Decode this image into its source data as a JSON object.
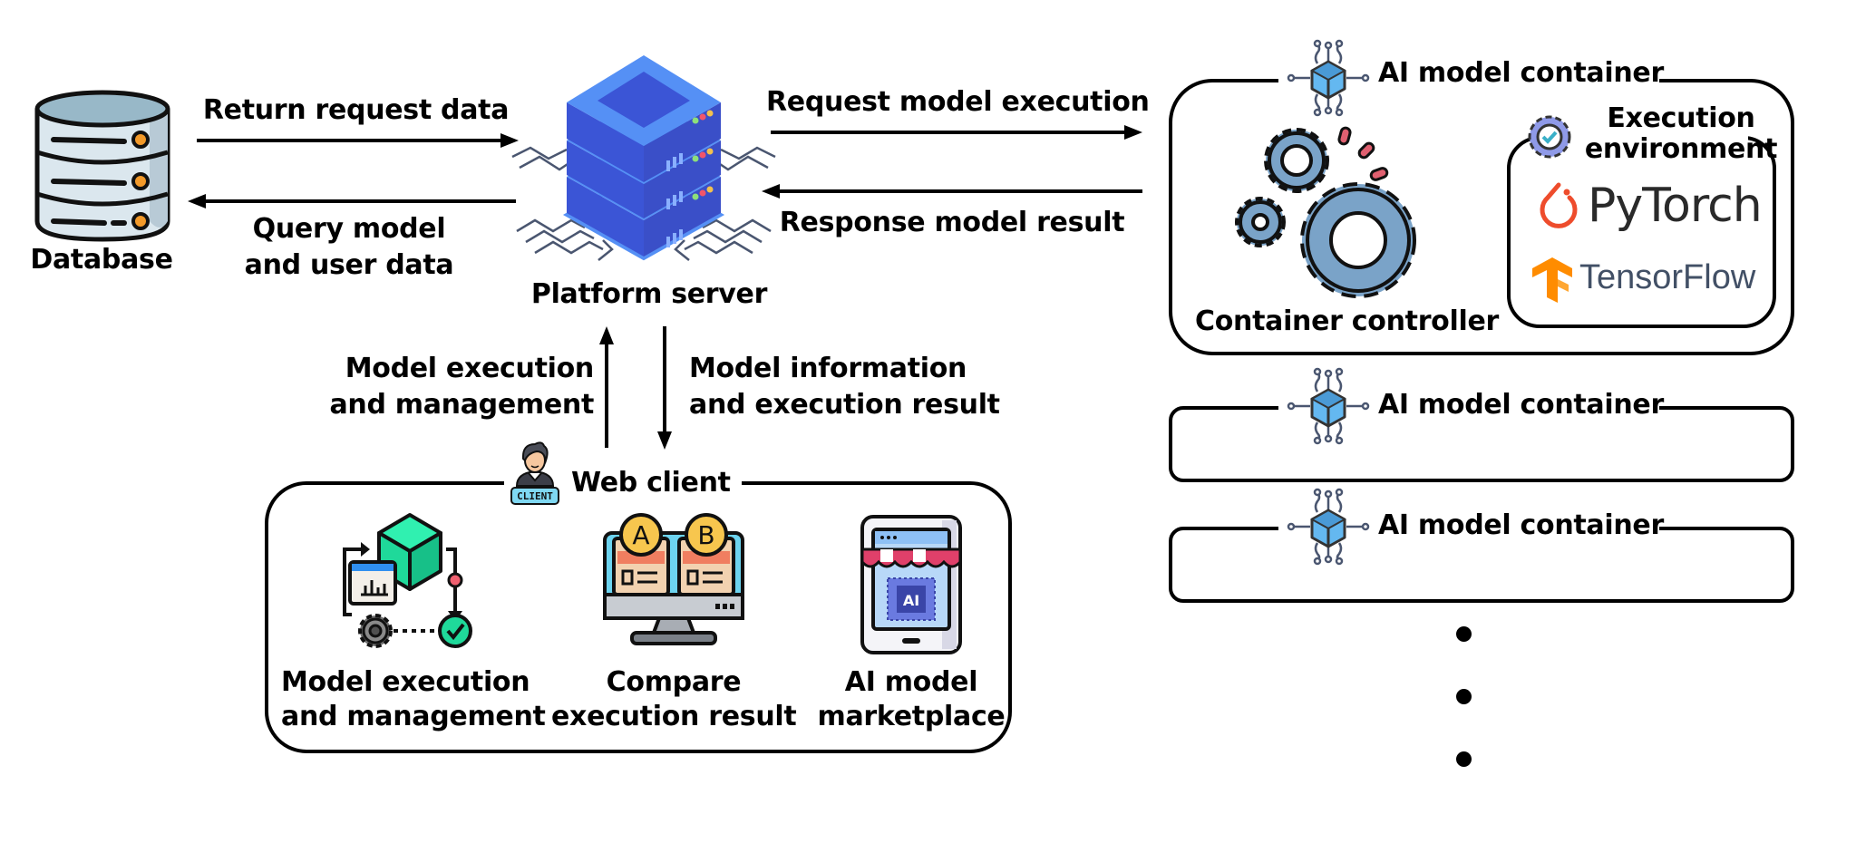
{
  "database": {
    "label": "Database"
  },
  "server": {
    "label": "Platform server"
  },
  "flows": {
    "return_request_data": "Return request data",
    "query_line1": "Query model",
    "query_line2": "and user data",
    "request_model_execution": "Request model execution",
    "response_model_result": "Response model result",
    "up_line1": "Model execution",
    "up_line2": "and management",
    "down_line1": "Model information",
    "down_line2": "and execution result"
  },
  "web_client": {
    "title": "Web client",
    "badge": "CLIENT",
    "features": [
      {
        "line1": "Model execution",
        "line2": "and management",
        "icon": "model-management-icon"
      },
      {
        "line1": "Compare",
        "line2": "execution result",
        "icon": "ab-compare-icon",
        "badge_a": "A",
        "badge_b": "B"
      },
      {
        "line1": "AI model",
        "line2": "marketplace",
        "icon": "ai-marketplace-icon",
        "chip": "AI"
      }
    ]
  },
  "containers": {
    "primary": {
      "title": "AI model container",
      "controller_label": "Container controller",
      "env_line1": "Execution",
      "env_line2": "environment",
      "frameworks": [
        "PyTorch",
        "TensorFlow"
      ]
    },
    "others": [
      {
        "title": "AI model container"
      },
      {
        "title": "AI model container"
      }
    ],
    "ellipsis_count": 3
  },
  "colors": {
    "server_blue": "#3b55d6",
    "server_light": "#5590f5",
    "gear_blue": "#7aa3c8",
    "cube_blue": "#64b8f0",
    "pytorch_orange": "#ee4c2c",
    "tensorflow_orange": "#ff8c00",
    "tensorflow_text": "#425066",
    "green_cube": "#1fd99a",
    "accent_red": "#e06070"
  }
}
